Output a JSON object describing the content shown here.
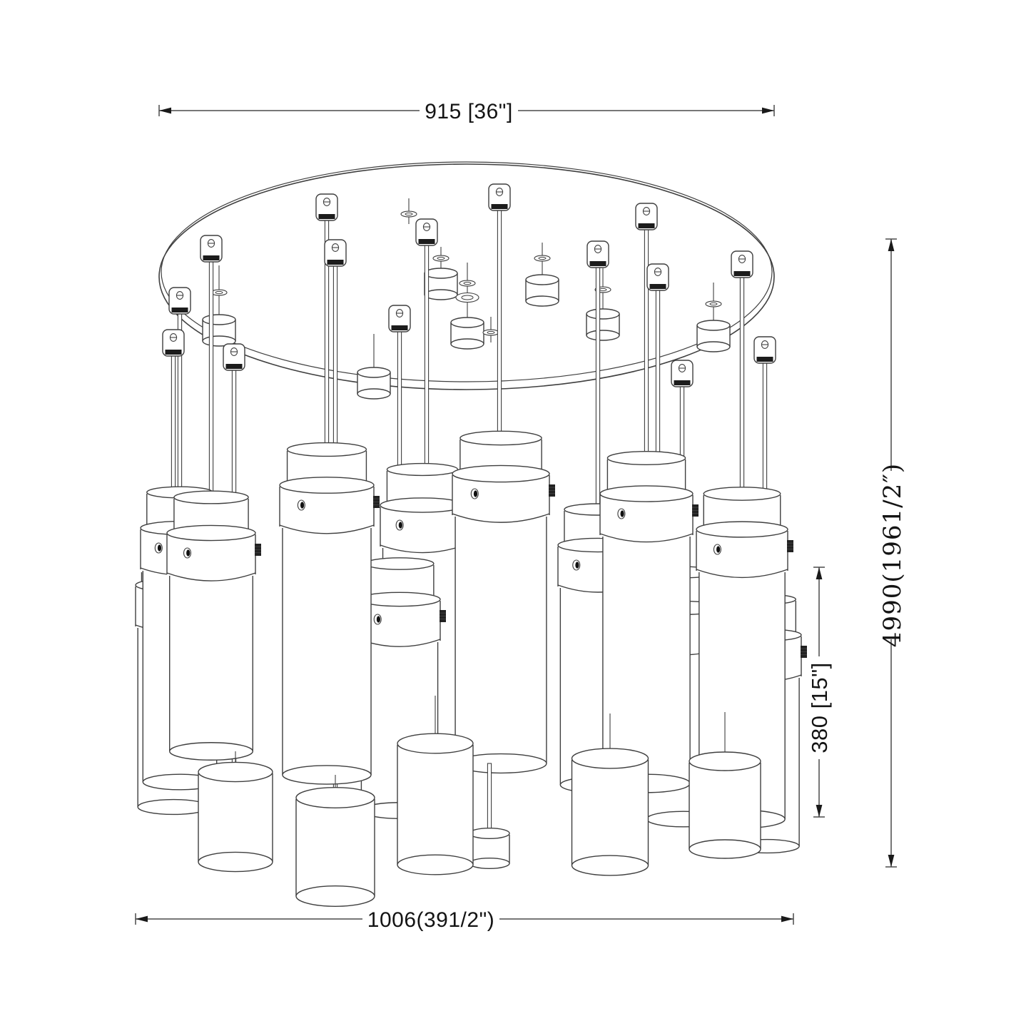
{
  "figure": {
    "kind": "chandelier-technical-dimension-drawing"
  },
  "dimensions": {
    "canopy_diameter": "915 [36\"]",
    "overall_height": "4990(1961/2″)",
    "shade_height": "380 [15\"]",
    "overall_spread": "1006(391/2\")"
  },
  "style": {
    "background": "#ffffff",
    "drawing_line_color": "#3f3f3f",
    "dimension_line_color": "#4a4a4a",
    "text_color": "#141414"
  }
}
